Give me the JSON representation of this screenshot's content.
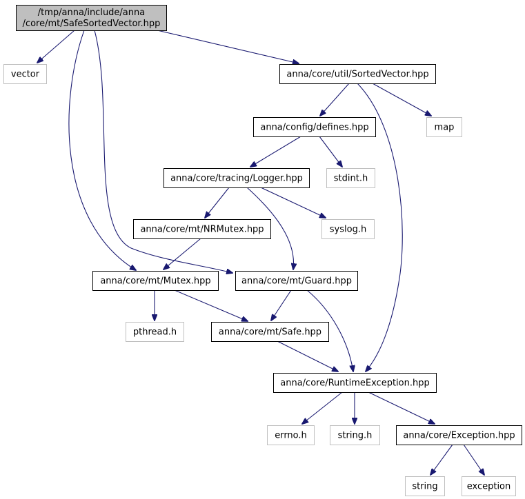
{
  "diagram": {
    "type": "include-dependency-graph",
    "edge_color": "#191970",
    "root_fill": "#bfbfbf",
    "internal_border": "#000000",
    "external_border": "#bfbfbf",
    "nodes": [
      {
        "id": "root",
        "lines": [
          "/tmp/anna/include/anna",
          "/core/mt/SafeSortedVector.hpp"
        ],
        "kind": "root"
      },
      {
        "id": "vector",
        "lines": [
          "vector"
        ],
        "kind": "external"
      },
      {
        "id": "sortedvector",
        "lines": [
          "anna/core/util/SortedVector.hpp"
        ],
        "kind": "internal"
      },
      {
        "id": "defines",
        "lines": [
          "anna/config/defines.hpp"
        ],
        "kind": "internal"
      },
      {
        "id": "map",
        "lines": [
          "map"
        ],
        "kind": "external"
      },
      {
        "id": "logger",
        "lines": [
          "anna/core/tracing/Logger.hpp"
        ],
        "kind": "internal"
      },
      {
        "id": "stdint",
        "lines": [
          "stdint.h"
        ],
        "kind": "external"
      },
      {
        "id": "nrmutex",
        "lines": [
          "anna/core/mt/NRMutex.hpp"
        ],
        "kind": "internal"
      },
      {
        "id": "syslog",
        "lines": [
          "syslog.h"
        ],
        "kind": "external"
      },
      {
        "id": "mutex",
        "lines": [
          "anna/core/mt/Mutex.hpp"
        ],
        "kind": "internal"
      },
      {
        "id": "guard",
        "lines": [
          "anna/core/mt/Guard.hpp"
        ],
        "kind": "internal"
      },
      {
        "id": "pthread",
        "lines": [
          "pthread.h"
        ],
        "kind": "external"
      },
      {
        "id": "safe",
        "lines": [
          "anna/core/mt/Safe.hpp"
        ],
        "kind": "internal"
      },
      {
        "id": "runtime",
        "lines": [
          "anna/core/RuntimeException.hpp"
        ],
        "kind": "internal"
      },
      {
        "id": "errno",
        "lines": [
          "errno.h"
        ],
        "kind": "external"
      },
      {
        "id": "string_h",
        "lines": [
          "string.h"
        ],
        "kind": "external"
      },
      {
        "id": "exception_hpp",
        "lines": [
          "anna/core/Exception.hpp"
        ],
        "kind": "internal"
      },
      {
        "id": "string",
        "lines": [
          "string"
        ],
        "kind": "external"
      },
      {
        "id": "exception",
        "lines": [
          "exception"
        ],
        "kind": "external"
      }
    ],
    "edges": [
      {
        "from": "root",
        "to": "vector"
      },
      {
        "from": "root",
        "to": "sortedvector"
      },
      {
        "from": "root",
        "to": "mutex"
      },
      {
        "from": "root",
        "to": "guard"
      },
      {
        "from": "sortedvector",
        "to": "defines"
      },
      {
        "from": "sortedvector",
        "to": "map"
      },
      {
        "from": "sortedvector",
        "to": "runtime"
      },
      {
        "from": "defines",
        "to": "logger"
      },
      {
        "from": "defines",
        "to": "stdint"
      },
      {
        "from": "logger",
        "to": "nrmutex"
      },
      {
        "from": "logger",
        "to": "syslog"
      },
      {
        "from": "logger",
        "to": "guard"
      },
      {
        "from": "nrmutex",
        "to": "mutex"
      },
      {
        "from": "mutex",
        "to": "pthread"
      },
      {
        "from": "mutex",
        "to": "safe"
      },
      {
        "from": "guard",
        "to": "safe"
      },
      {
        "from": "guard",
        "to": "runtime"
      },
      {
        "from": "safe",
        "to": "runtime"
      },
      {
        "from": "runtime",
        "to": "errno"
      },
      {
        "from": "runtime",
        "to": "string_h"
      },
      {
        "from": "runtime",
        "to": "exception_hpp"
      },
      {
        "from": "exception_hpp",
        "to": "string"
      },
      {
        "from": "exception_hpp",
        "to": "exception"
      }
    ]
  }
}
